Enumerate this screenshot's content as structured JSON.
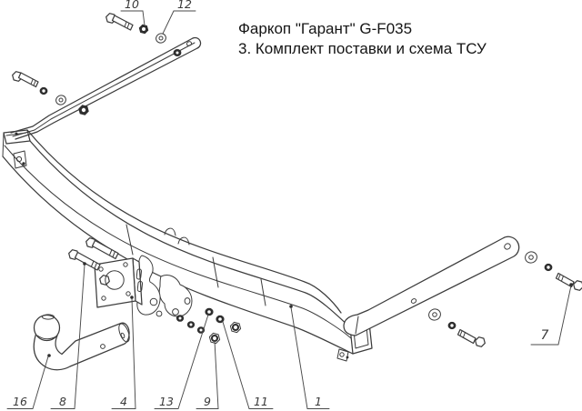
{
  "title": {
    "line1": "Фаркоп \"Гарант\" G-F035",
    "line2": "3. Комплект поставки и схема ТСУ"
  },
  "callouts": [
    {
      "number": "10"
    },
    {
      "number": "12"
    },
    {
      "number": "16"
    },
    {
      "number": "8"
    },
    {
      "number": "4"
    },
    {
      "number": "13"
    },
    {
      "number": "9"
    },
    {
      "number": "11"
    },
    {
      "number": "1"
    },
    {
      "number": "7"
    }
  ],
  "colors": {
    "background": "#ffffff",
    "line": "#3c3c3c",
    "dark_fastener": "#2e2e2e",
    "text": "#151515"
  }
}
